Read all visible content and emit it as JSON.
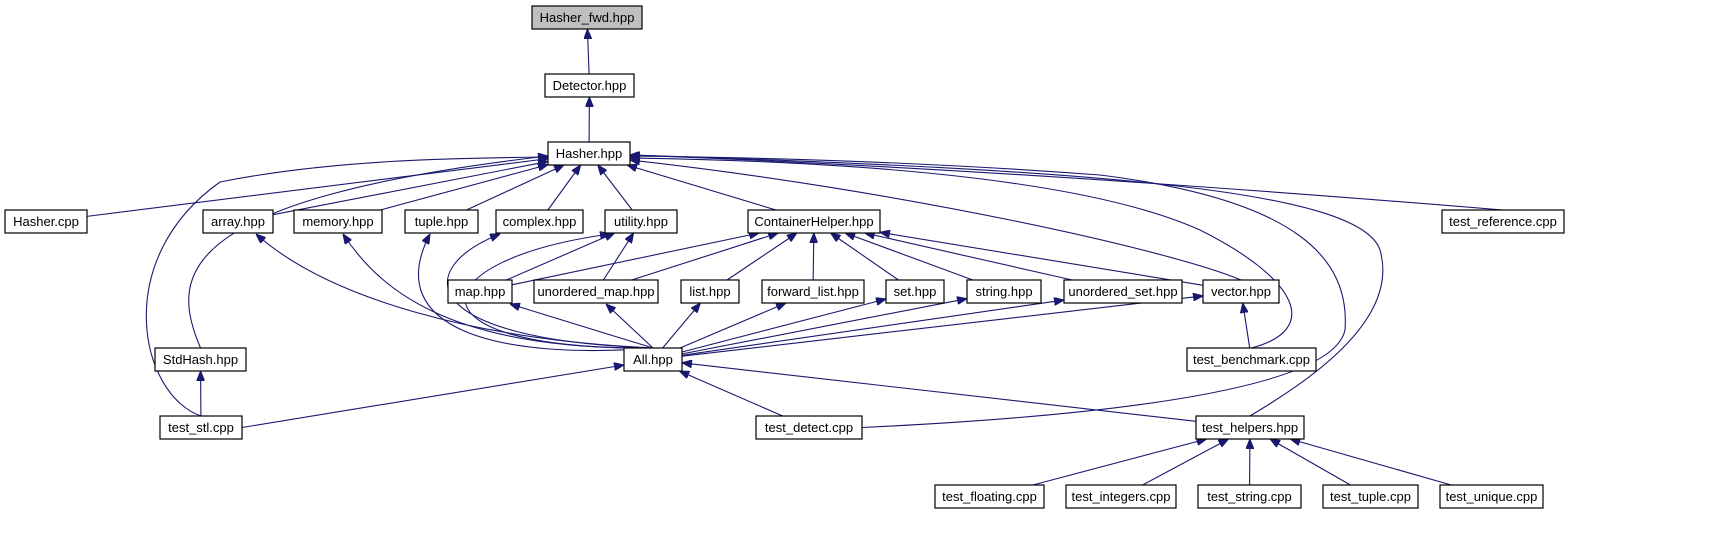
{
  "graph": {
    "colors": {
      "edge": "#191970",
      "node_fill": "#ffffff",
      "node_border": "#000000",
      "root_fill": "#bfbfbf"
    },
    "nodes": [
      {
        "id": "hasher_fwd",
        "label": "Hasher_fwd.hpp",
        "highlighted": true
      },
      {
        "id": "detector",
        "label": "Detector.hpp"
      },
      {
        "id": "hasher",
        "label": "Hasher.hpp"
      },
      {
        "id": "hasher_cpp",
        "label": "Hasher.cpp"
      },
      {
        "id": "array",
        "label": "array.hpp"
      },
      {
        "id": "memory",
        "label": "memory.hpp"
      },
      {
        "id": "tuple",
        "label": "tuple.hpp"
      },
      {
        "id": "complex",
        "label": "complex.hpp"
      },
      {
        "id": "utility",
        "label": "utility.hpp"
      },
      {
        "id": "container_helper",
        "label": "ContainerHelper.hpp"
      },
      {
        "id": "test_reference",
        "label": "test_reference.cpp"
      },
      {
        "id": "map",
        "label": "map.hpp"
      },
      {
        "id": "unordered_map",
        "label": "unordered_map.hpp"
      },
      {
        "id": "list",
        "label": "list.hpp"
      },
      {
        "id": "forward_list",
        "label": "forward_list.hpp"
      },
      {
        "id": "set",
        "label": "set.hpp"
      },
      {
        "id": "string",
        "label": "string.hpp"
      },
      {
        "id": "unordered_set",
        "label": "unordered_set.hpp"
      },
      {
        "id": "vector",
        "label": "vector.hpp"
      },
      {
        "id": "stdhash",
        "label": "StdHash.hpp"
      },
      {
        "id": "all",
        "label": "All.hpp"
      },
      {
        "id": "test_benchmark",
        "label": "test_benchmark.cpp"
      },
      {
        "id": "test_stl",
        "label": "test_stl.cpp"
      },
      {
        "id": "test_detect",
        "label": "test_detect.cpp"
      },
      {
        "id": "test_helpers",
        "label": "test_helpers.hpp"
      },
      {
        "id": "test_floating",
        "label": "test_floating.cpp"
      },
      {
        "id": "test_integers",
        "label": "test_integers.cpp"
      },
      {
        "id": "test_string",
        "label": "test_string.cpp"
      },
      {
        "id": "test_tuple",
        "label": "test_tuple.cpp"
      },
      {
        "id": "test_unique",
        "label": "test_unique.cpp"
      }
    ],
    "edges": [
      {
        "from": "detector",
        "to": "hasher_fwd"
      },
      {
        "from": "hasher",
        "to": "detector"
      },
      {
        "from": "hasher_cpp",
        "to": "hasher"
      },
      {
        "from": "array",
        "to": "hasher"
      },
      {
        "from": "memory",
        "to": "hasher"
      },
      {
        "from": "tuple",
        "to": "hasher"
      },
      {
        "from": "complex",
        "to": "hasher"
      },
      {
        "from": "utility",
        "to": "hasher"
      },
      {
        "from": "container_helper",
        "to": "hasher"
      },
      {
        "from": "test_reference",
        "to": "hasher"
      },
      {
        "from": "stdhash",
        "to": "hasher"
      },
      {
        "from": "test_stl",
        "to": "hasher"
      },
      {
        "from": "vector",
        "to": "hasher"
      },
      {
        "from": "test_benchmark",
        "to": "hasher"
      },
      {
        "from": "test_detect",
        "to": "hasher"
      },
      {
        "from": "test_helpers",
        "to": "hasher"
      },
      {
        "from": "map",
        "to": "utility"
      },
      {
        "from": "unordered_map",
        "to": "utility"
      },
      {
        "from": "map",
        "to": "container_helper"
      },
      {
        "from": "unordered_map",
        "to": "container_helper"
      },
      {
        "from": "list",
        "to": "container_helper"
      },
      {
        "from": "forward_list",
        "to": "container_helper"
      },
      {
        "from": "set",
        "to": "container_helper"
      },
      {
        "from": "string",
        "to": "container_helper"
      },
      {
        "from": "unordered_set",
        "to": "container_helper"
      },
      {
        "from": "vector",
        "to": "container_helper"
      },
      {
        "from": "all",
        "to": "array"
      },
      {
        "from": "all",
        "to": "memory"
      },
      {
        "from": "all",
        "to": "tuple"
      },
      {
        "from": "all",
        "to": "complex"
      },
      {
        "from": "all",
        "to": "utility"
      },
      {
        "from": "all",
        "to": "map"
      },
      {
        "from": "all",
        "to": "unordered_map"
      },
      {
        "from": "all",
        "to": "list"
      },
      {
        "from": "all",
        "to": "forward_list"
      },
      {
        "from": "all",
        "to": "set"
      },
      {
        "from": "all",
        "to": "string"
      },
      {
        "from": "all",
        "to": "unordered_set"
      },
      {
        "from": "all",
        "to": "vector"
      },
      {
        "from": "test_benchmark",
        "to": "vector"
      },
      {
        "from": "test_stl",
        "to": "stdhash"
      },
      {
        "from": "test_stl",
        "to": "all"
      },
      {
        "from": "test_detect",
        "to": "all"
      },
      {
        "from": "test_helpers",
        "to": "all"
      },
      {
        "from": "test_floating",
        "to": "test_helpers"
      },
      {
        "from": "test_integers",
        "to": "test_helpers"
      },
      {
        "from": "test_string",
        "to": "test_helpers"
      },
      {
        "from": "test_tuple",
        "to": "test_helpers"
      },
      {
        "from": "test_unique",
        "to": "test_helpers"
      }
    ]
  }
}
